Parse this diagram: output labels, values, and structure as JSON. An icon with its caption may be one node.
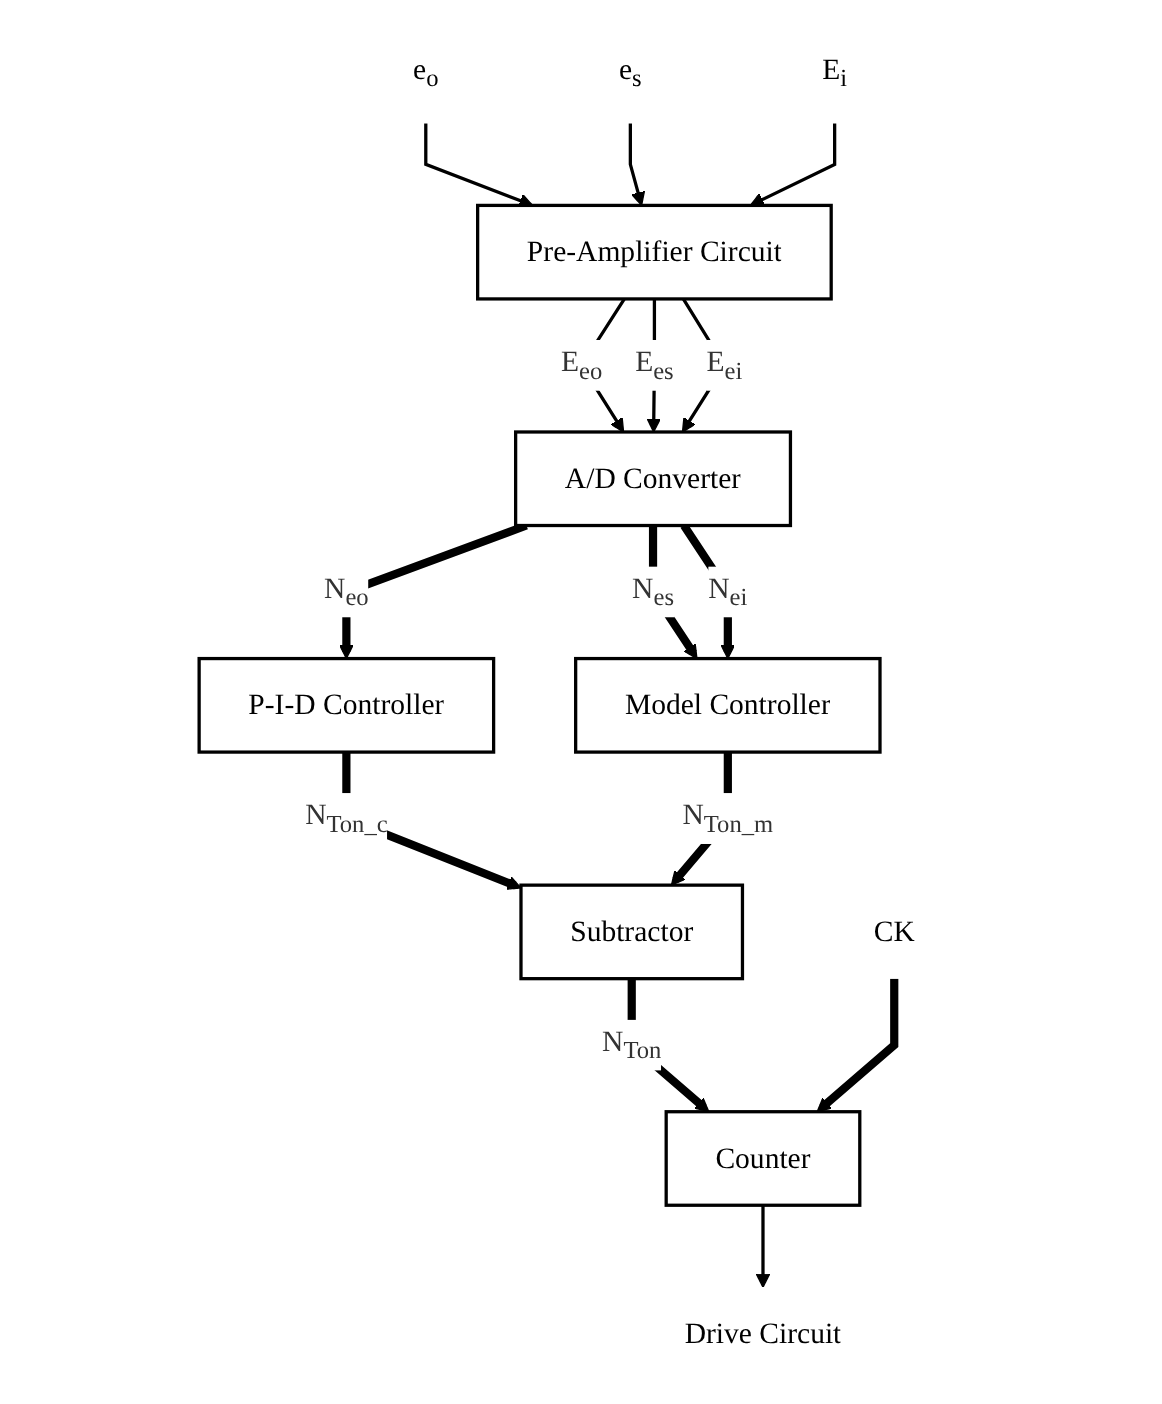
{
  "diagram": {
    "nodes": [
      {
        "text": [
          "e$_{o}$"
        ]
      },
      {
        "text": [
          "e$_{s}$"
        ]
      },
      {
        "text": [
          "E$_{i}$"
        ]
      },
      {
        "text": [
          "Pre-Amplifier Circuit"
        ]
      },
      {
        "text": [
          "A/D Converter"
        ]
      },
      {
        "text": [
          "P-I-D Controller"
        ]
      },
      {
        "text": [
          "Model Controller"
        ]
      },
      {
        "text": [
          "Subtractor"
        ]
      },
      {
        "text": [
          "Counter"
        ]
      },
      {
        "text": [
          "CK"
        ]
      },
      {
        "text": [
          "Drive Circuit"
        ]
      }
    ],
    "edges": [
      {
        "from": 0,
        "to": 3,
        "arrow": "to"
      },
      {
        "from": 1,
        "to": 3,
        "arrow": "to"
      },
      {
        "from": 2,
        "to": 3,
        "arrow": "to"
      },
      {
        "from": 3,
        "to": 4,
        "arrow": "to",
        "label": "E$_{eo}$"
      },
      {
        "from": 3,
        "to": 4,
        "arrow": "to",
        "label": "E$_{es}$"
      },
      {
        "from": 3,
        "to": 4,
        "arrow": "to",
        "label": "E$_{ei}$"
      },
      {
        "from": 4,
        "to": 5,
        "arrow": "to",
        "label": "N$_{eo}$",
        "style": "thick"
      },
      {
        "from": 4,
        "to": 6,
        "arrow": "to",
        "label": "N$_{es}$",
        "style": "thick"
      },
      {
        "from": 4,
        "to": 6,
        "arrow": "to",
        "label": "N$_{ei}$",
        "style": "thick"
      },
      {
        "from": 5,
        "to": 7,
        "arrow": "to",
        "label": "N$_{Ton_c}$",
        "style": "thick"
      },
      {
        "from": 6,
        "to": 7,
        "arrow": "to",
        "label": "N$_{Ton_m}$",
        "style": "thick"
      },
      {
        "from": 7,
        "to": 8,
        "arrow": "to",
        "label": "N$_{Ton}$",
        "style": "thick"
      },
      {
        "from": 9,
        "to": 8,
        "arrow": "to",
        "style": "thick"
      },
      {
        "from": 8,
        "to": 10,
        "arrow": "to"
      }
    ]
  }
}
